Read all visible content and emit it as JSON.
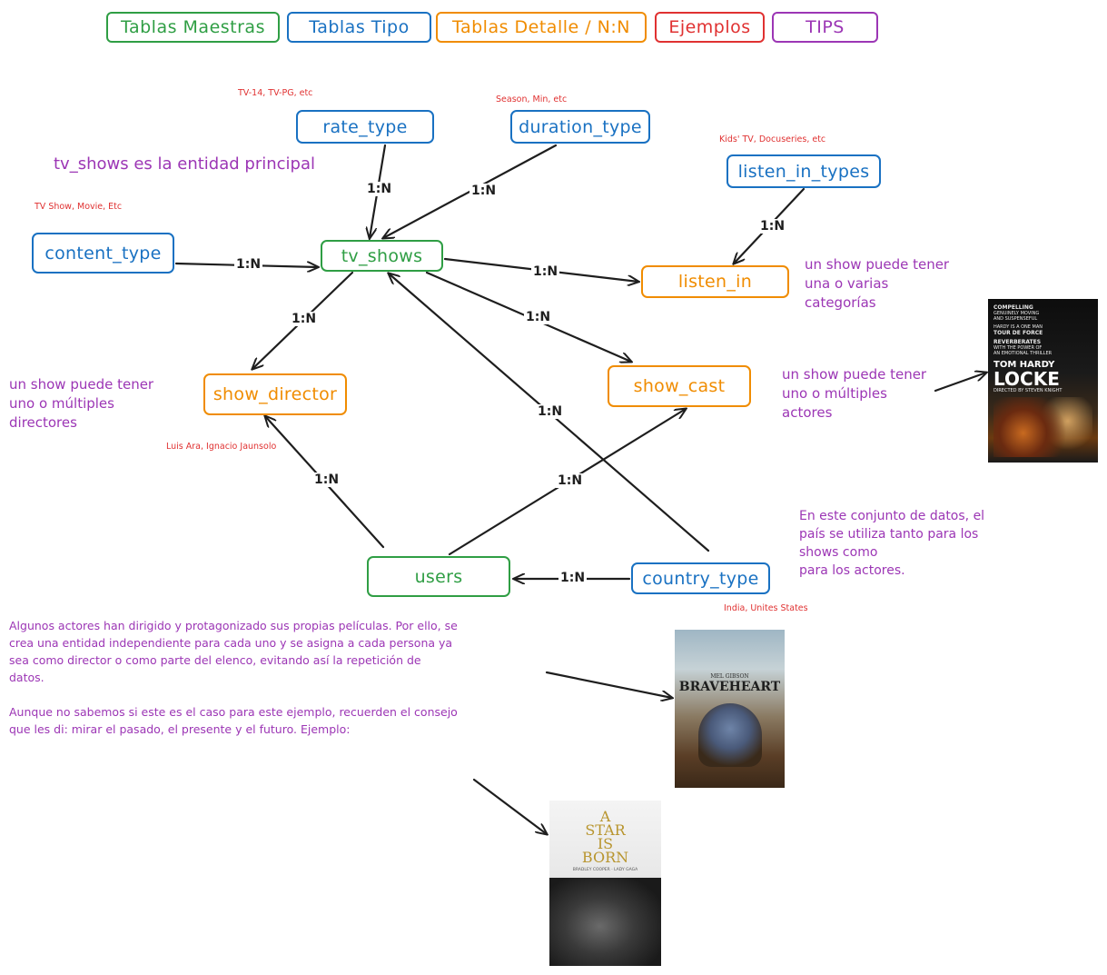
{
  "legend": {
    "maestras": "Tablas Maestras",
    "tipo": "Tablas Tipo",
    "detalle": "Tablas Detalle / N:N",
    "ejemplos": "Ejemplos",
    "tips": "TIPS"
  },
  "colors": {
    "master": "#2f9e44",
    "type": "#1971c2",
    "detail": "#f08c00",
    "example": "#e03131",
    "tips": "#9c36b5",
    "arrow": "#1e1e1e"
  },
  "entities": {
    "rate_type": "rate_type",
    "duration_type": "duration_type",
    "listen_in_types": "listen_in_types",
    "content_type": "content_type",
    "tv_shows": "tv_shows",
    "listen_in": "listen_in",
    "show_director": "show_director",
    "show_cast": "show_cast",
    "users": "users",
    "country_type": "country_type"
  },
  "examples": {
    "rate_type": "TV-14, TV-PG, etc",
    "duration_type": "Season, Min, etc",
    "listen_in_types": "Kids' TV, Docuseries, etc",
    "content_type": "TV Show, Movie, Etc",
    "show_director": "Luis Ara, Ignacio Jaunsolo",
    "country_type": "India, Unites States"
  },
  "relations": {
    "rate_to_shows": "1:N",
    "duration_to_shows": "1:N",
    "listen_types_to_listen_in": "1:N",
    "content_to_shows": "1:N",
    "shows_to_listen_in": "1:N",
    "shows_to_director": "1:N",
    "shows_to_cast": "1:N",
    "country_to_shows": "1:N",
    "users_to_director": "1:N",
    "users_to_cast": "1:N",
    "country_to_users": "1:N"
  },
  "notes": {
    "main_entity": "tv_shows es la entidad principal",
    "listen_in": "un show puede tener\nuna o varias\ncategorías",
    "director": "un show puede tener\nuno o múltiples\ndirectores",
    "cast": "un show puede tener\nuno o múltiples\nactores",
    "country": "En este conjunto de datos, el\npaís se utiliza tanto para los\nshows como\npara los actores.",
    "users": "Algunos actores han dirigido y protagonizado sus propias películas. Por ello, se\ncrea una entidad independiente para cada uno y se asigna a cada persona ya\nsea como director o como parte del elenco, evitando así la repetición de\ndatos.\n\nAunque no sabemos si este es el caso para este ejemplo, recuerden el consejo\nque les di: mirar el pasado, el presente y el futuro. Ejemplo:"
  },
  "posters": {
    "locke": {
      "lines": [
        "COMPELLING",
        "GENUINELY MOVING",
        "AND SUSPENSEFUL",
        "HARDY IS A ONE MAN",
        "TOUR DE FORCE",
        "REVERBERATES",
        "WITH THE POWER OF",
        "AN EMOTIONAL THRILLER"
      ],
      "actor": "TOM HARDY",
      "title": "LOCKE",
      "credit": "DIRECTED BY STEVEN KNIGHT"
    },
    "braveheart": {
      "actor": "MEL GIBSON",
      "title": "BRAVEHEART"
    },
    "star_is_born": {
      "title_lines": [
        "A",
        "STAR",
        "IS",
        "BORN"
      ],
      "credit": "BRADLEY COOPER · LADY GAGA"
    }
  }
}
